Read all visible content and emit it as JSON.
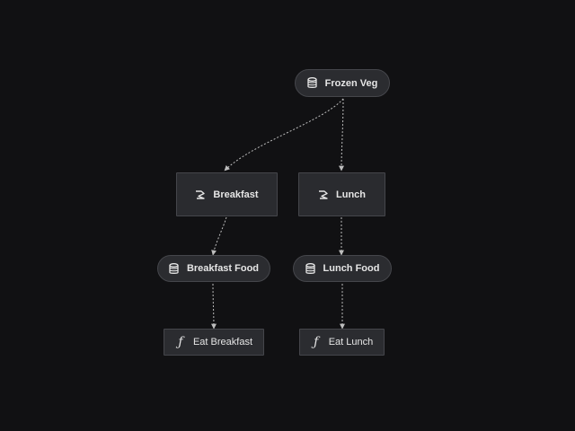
{
  "pipeline": {
    "nodes": {
      "frozen_veg": {
        "label": "Frozen Veg",
        "kind": "dataset",
        "icon": "database-icon"
      },
      "breakfast": {
        "label": "Breakfast",
        "kind": "transform",
        "icon": "transform-icon"
      },
      "lunch": {
        "label": "Lunch",
        "kind": "transform",
        "icon": "transform-icon"
      },
      "breakfast_food": {
        "label": "Breakfast Food",
        "kind": "dataset",
        "icon": "database-icon"
      },
      "lunch_food": {
        "label": "Lunch Food",
        "kind": "dataset",
        "icon": "database-icon"
      },
      "eat_breakfast": {
        "label": "Eat Breakfast",
        "kind": "function",
        "icon": "function-icon"
      },
      "eat_lunch": {
        "label": "Eat Lunch",
        "kind": "function",
        "icon": "function-icon"
      }
    },
    "edges": [
      [
        "frozen_veg",
        "breakfast"
      ],
      [
        "frozen_veg",
        "lunch"
      ],
      [
        "breakfast",
        "breakfast_food"
      ],
      [
        "lunch",
        "lunch_food"
      ],
      [
        "breakfast_food",
        "eat_breakfast"
      ],
      [
        "lunch_food",
        "eat_lunch"
      ]
    ],
    "colors": {
      "background": "#111113",
      "node_fill": "#2b2c30",
      "node_border": "#45464b",
      "text": "#e6e6e6",
      "edge": "#bdbdbd"
    }
  }
}
